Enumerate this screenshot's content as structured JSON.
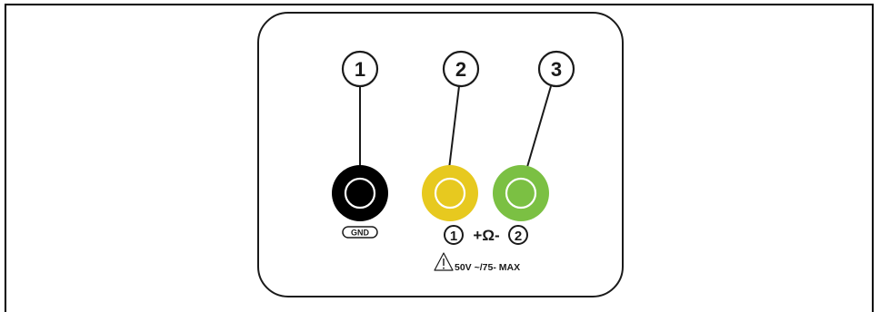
{
  "callouts": [
    "1",
    "2",
    "3"
  ],
  "jacks": [
    {
      "name": "gnd-jack",
      "color": "#000000"
    },
    {
      "name": "yellow-jack",
      "color": "#e7c91f"
    },
    {
      "name": "green-jack",
      "color": "#7bc043"
    }
  ],
  "labels": {
    "gnd": "GND",
    "measure_left_num": "1",
    "measure_symbol": "+Ω-",
    "measure_right_num": "2",
    "warning": "50V ~/75- MAX"
  },
  "icons": {
    "warning": "warning-triangle-icon"
  }
}
